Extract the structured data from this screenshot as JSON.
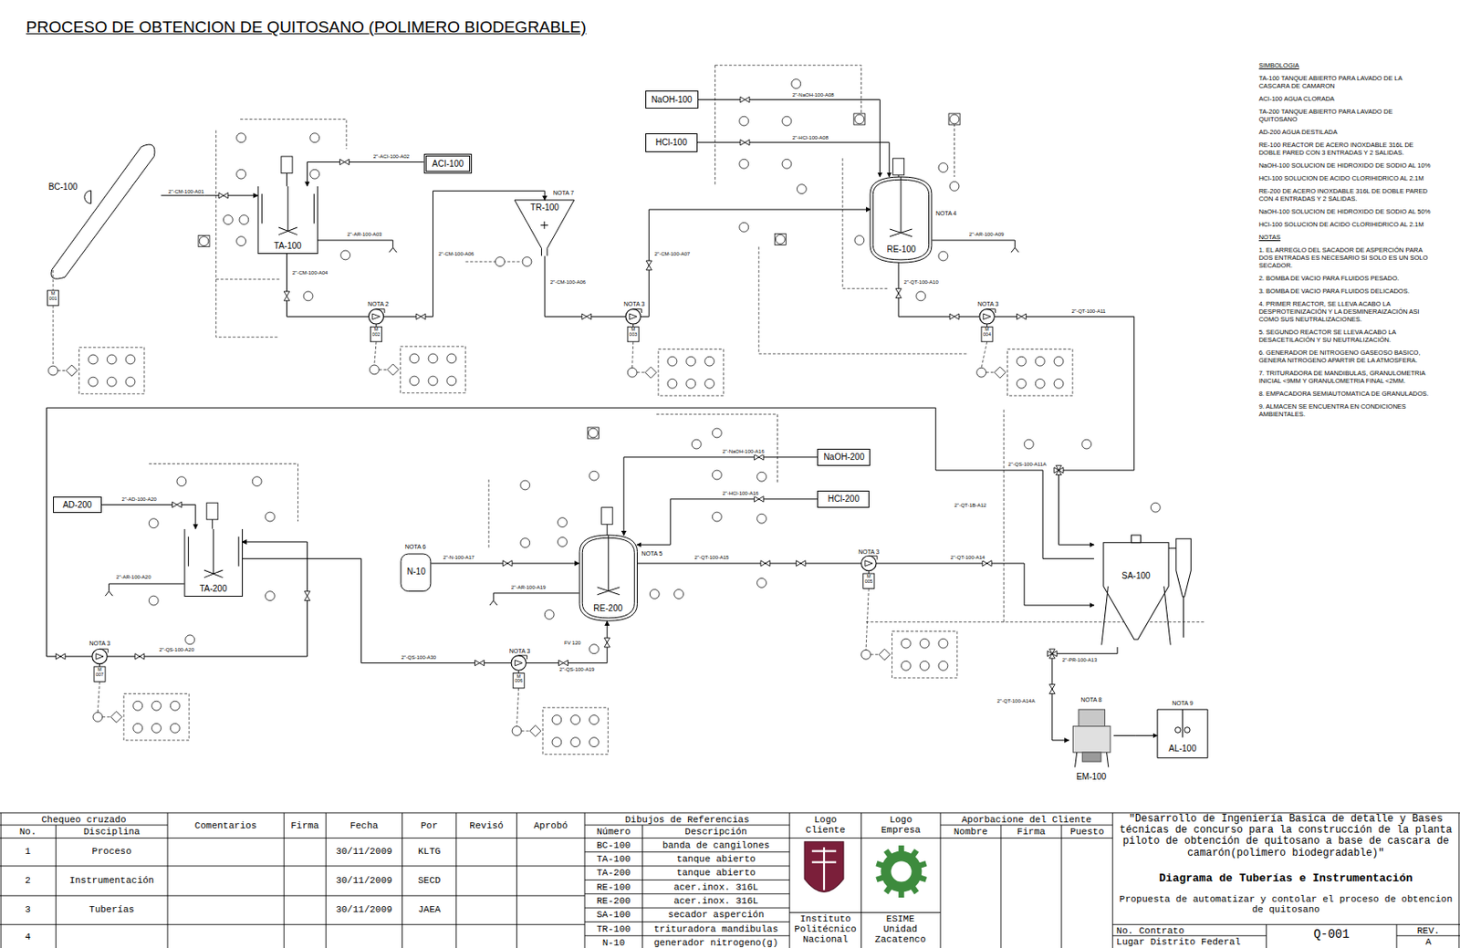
{
  "diagram": {
    "title": "PROCESO DE OBTENCION DE QUITOSANO (POLIMERO BIODEGRABLE)",
    "nodes": [
      {
        "text": [
          "BC-100"
        ]
      },
      {
        "text": [
          "ACI-100"
        ]
      },
      {
        "text": [
          "TA-100"
        ]
      },
      {
        "text": [
          "TR-100"
        ]
      },
      {
        "text": [
          "NaOH-100"
        ]
      },
      {
        "text": [
          "HCl-100"
        ]
      },
      {
        "text": [
          "RE-100"
        ]
      },
      {
        "text": [
          "AD-200"
        ]
      },
      {
        "text": [
          "TA-200"
        ]
      },
      {
        "text": [
          "N-10"
        ]
      },
      {
        "text": [
          "RE-200"
        ]
      },
      {
        "text": [
          "NaOH-200"
        ]
      },
      {
        "text": [
          "HCl-200"
        ]
      },
      {
        "text": [
          "SA-100"
        ]
      },
      {
        "text": [
          "EM-100"
        ]
      },
      {
        "text": [
          "AL-100"
        ]
      }
    ],
    "edges": [
      {
        "from": 0,
        "to": 2,
        "arrow": "to",
        "label": "2\"-CM-100-A01"
      },
      {
        "from": 1,
        "to": 2,
        "arrow": "to",
        "label": "2\"-ACI-100-A02"
      },
      {
        "from": 2,
        "to": 3,
        "arrow": "to",
        "label": "2\"-CM-100-A06"
      },
      {
        "from": 3,
        "to": 6,
        "arrow": "to",
        "label": "2\"-CM-100-A07"
      },
      {
        "from": 4,
        "to": 6,
        "arrow": "to",
        "label": "2\"-NaOH-100-A08"
      },
      {
        "from": 5,
        "to": 6,
        "arrow": "to",
        "label": "2\"-HCl-100-A08"
      },
      {
        "from": 6,
        "to": 13,
        "arrow": "to",
        "label": "2\"-QT-100-A11"
      },
      {
        "from": 13,
        "to": 8,
        "arrow": "to",
        "label": "2\"-QS-100-A11A"
      },
      {
        "from": 7,
        "to": 8,
        "arrow": "to",
        "label": "2\"-AD-100-A20"
      },
      {
        "from": 8,
        "to": 10,
        "arrow": "to",
        "label": "2\"-QS-100-A30"
      },
      {
        "from": 9,
        "to": 10,
        "arrow": "to",
        "label": "2\"-N-100-A17"
      },
      {
        "from": 11,
        "to": 10,
        "arrow": "to",
        "label": "2\"-NaOH-100-A16"
      },
      {
        "from": 12,
        "to": 10,
        "arrow": "to",
        "label": "2\"-HCl-100-A16"
      },
      {
        "from": 10,
        "to": 13,
        "arrow": "to",
        "label": "2\"-QT-100-A15"
      },
      {
        "from": 13,
        "to": 14,
        "arrow": "to",
        "label": "2\"-QT-100-A14A"
      },
      {
        "from": 14,
        "to": 15,
        "arrow": "to"
      }
    ],
    "labels": [
      "NOTA 2",
      "NOTA 7",
      "NOTA 3",
      "NOTA 4",
      "NOTA 3",
      "NOTA 3",
      "NOTA 6",
      "NOTA 5",
      "NOTA 3",
      "NOTA 3",
      "NOTA 8",
      "NOTA 9",
      "2\"-CM-100-A04",
      "2\"-CM-100-A06",
      "2\"-QT-100-A10",
      "2\"-QS-100-A20",
      "2\"-QS-100-A19",
      "2\"-QT-100-A14",
      "2\"-PR-100-A13",
      "2\"-QT-1B-A12",
      "2\"-AR-100-A03",
      "2\"-AR-100-A09",
      "2\"-AR-100-A20",
      "2\"-AR-100-A19",
      "M 001",
      "M 002",
      "M 003",
      "M 004",
      "M 007",
      "M 006",
      "M 005",
      "FV 120",
      "SIMBOLOGIA",
      "TA-100 TANQUE ABIERTO PARA LAVADO DE LA CASCARA DE CAMARON",
      "ACI-100 AGUA CLORADA",
      "TA-200 TANQUE ABIERTO PARA LAVADO DE QUITOSANO",
      "AD-200 AGUA DESTILADA",
      "RE-100 REACTOR DE ACERO INOXDABLE 316L DE DOBLE PARED CON 3 ENTRADAS Y 2 SALIDAS.",
      "NaOH-100 SOLUCION DE HIDROXIDO DE SODIO AL 10%",
      "HCl-100 SOLUCION DE ACIDO CLORIHIDRICO AL 2.1M",
      "RE-200 DE ACERO INOXDABLE 316L DE DOBLE PARED CON 4 ENTRADAS Y 2 SALIDAS.",
      "NaOH-100 SOLUCION DE HIDROXIDO DE SODIO AL 50%",
      "HCl-100 SOLUCION DE ACIDO CLORIHIDRICO AL 2.1M",
      "NOTAS",
      "1. EL ARREGLO DEL SACADOR DE ASPERCIÓN PARA DOS ENTRADAS ES NECESARIO SI SOLO ES UN SOLO SECADOR.",
      "2. BOMBA DE VACIO PARA FLUIDOS PESADO.",
      "3. BOMBA DE VACIO PARA FLUIDOS DELICADOS.",
      "4. PRIMER REACTOR, SE LLEVA ACABO LA DESPROTEINIZACIÓN Y LA DESMINERAIZACIÓN ASI COMO SUS NEUTRALIZACIONES.",
      "5. SEGUNDO REACTOR SE LLEVA ACABO LA DESACETILACIÓN Y SU NEUTRALIZACIÓN.",
      "6. GENERADOR DE NITROGENO GASEOSO BASICO, GENERA NITROGENO APARTIR DE LA ATMOSFERA.",
      "7. TRITURADORA DE MANDIBULAS, GRANULOMETRIA INICIAL <9MM Y GRANULOMETRIA FINAL <2MM.",
      "8. EMPACADORA SEMIAUTOMATICA DE GRANULADOS.",
      "9. ALMACEN SE ENCUENTRA EN CONDICIONES AMBIENTALES.",
      "Chequeo cruzado",
      "No.",
      "Disciplina",
      "Comentarios",
      "Firma",
      "Fecha",
      "Por",
      "Revisó",
      "Aprobó",
      "1",
      "Proceso",
      "30/11/2009",
      "KLTG",
      "2",
      "Instrumentación",
      "30/11/2009",
      "SECD",
      "3",
      "Tuberías",
      "30/11/2009",
      "JAEA",
      "4",
      "Dibujos de Referencias",
      "Número",
      "Descripción",
      "BC-100",
      "banda de cangilones",
      "TA-100",
      "tanque abierto",
      "TA-200",
      "tanque abierto",
      "RE-100",
      "acer.inox. 316L",
      "RE-200",
      "acer.inox. 316L",
      "SA-100",
      "secador asperción",
      "TR-100",
      "trituradora mandibulas",
      "N-10",
      "generador nitrogeno(g)",
      "Logo Cliente",
      "Logo Empresa",
      "Instituto Politécnico Nacional",
      "ESIME Unidad Zacatenco",
      "Aporbacione del Cliente",
      "Nombre",
      "Firma",
      "Puesto",
      "\"Desarrollo de Ingeniería Basica de detalle y Bases técnicas de concurso para la construcción de la planta piloto de obtención de quitosano a base de cascara de camarón(polimero biodegradable)\"",
      "Diagrama de Tuberías e Instrumentación",
      "Propuesta de automatizar y contolar el proceso de obtencion de quitosano",
      "No. Contrato",
      "Lugar Distrito Federal",
      "Q-001",
      "REV.",
      "A"
    ]
  }
}
